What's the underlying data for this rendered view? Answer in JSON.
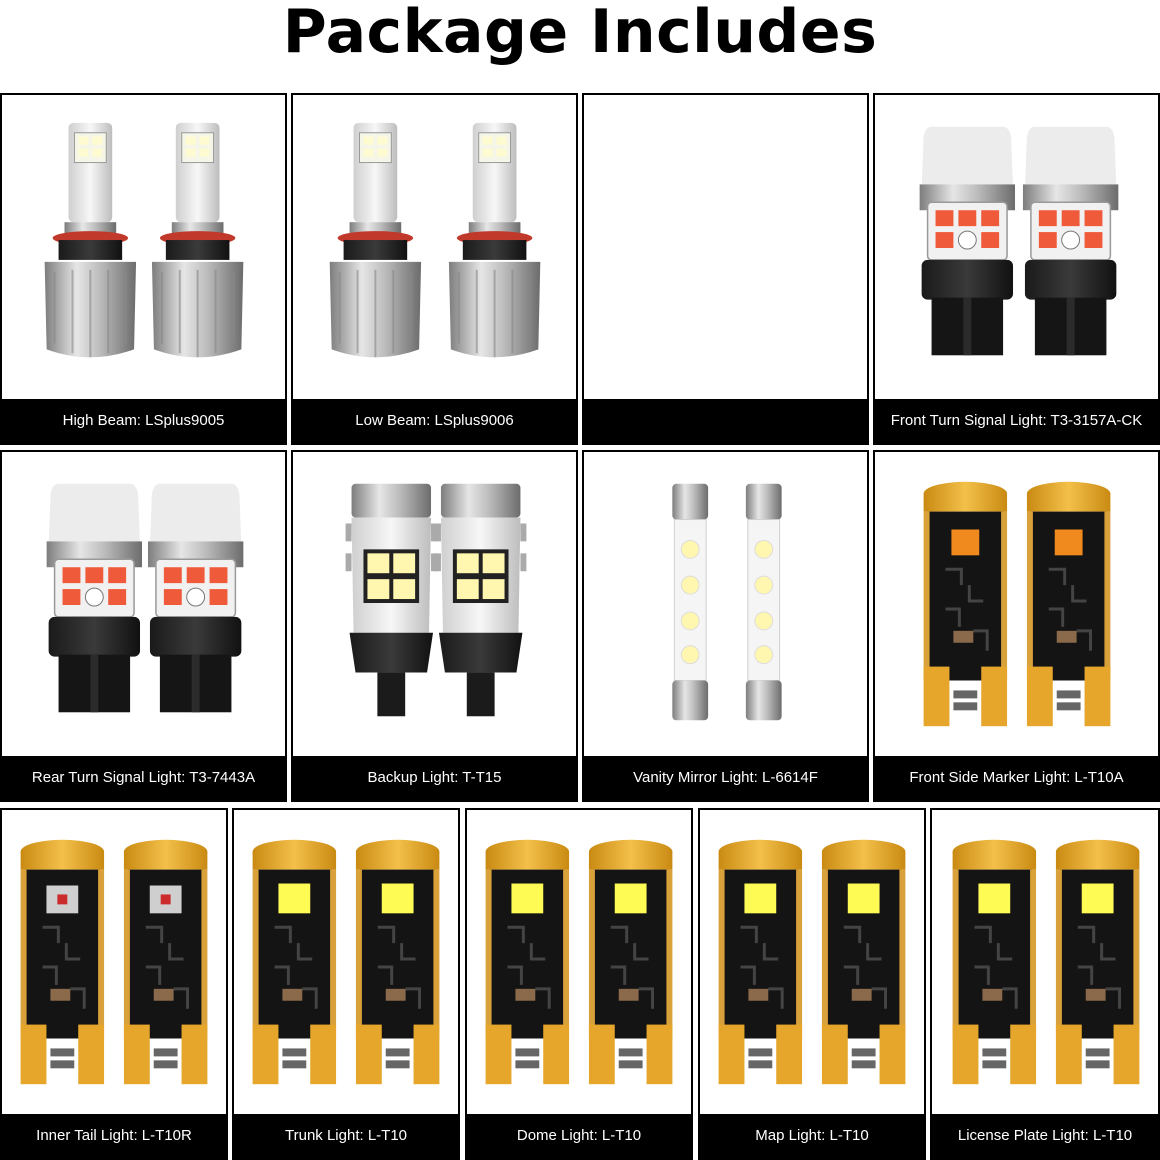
{
  "title": "Package Includes",
  "colors": {
    "caption_bg": "#000000",
    "caption_text": "#ffffff",
    "pcb_gold": "#e8a92a",
    "pcb_black": "#141414",
    "led_red": "#ef5a3a",
    "led_amber": "#f08a1e",
    "led_white": "#fff6b0"
  },
  "row1": [
    {
      "caption": "High Beam: LSplus9005",
      "icon": "headlight-bulb-icon"
    },
    {
      "caption": "Low Beam: LSplus9006",
      "icon": "headlight-bulb-icon"
    },
    {
      "caption": "",
      "icon": ""
    },
    {
      "caption": "Front Turn Signal Light: T3-3157A-CK",
      "icon": "turn-signal-bulb-icon"
    }
  ],
  "row2": [
    {
      "caption": "Rear Turn Signal Light: T3-7443A",
      "icon": "turn-signal-bulb-icon"
    },
    {
      "caption": "Backup Light: T-T15",
      "icon": "backup-bulb-icon"
    },
    {
      "caption": "Vanity Mirror Light: L-6614F",
      "icon": "festoon-bulb-icon"
    },
    {
      "caption": "Front Side Marker Light: L-T10A",
      "icon": "wedge-bulb-amber-icon"
    }
  ],
  "row3": [
    {
      "caption": "Inner Tail Light: L-T10R",
      "icon": "wedge-bulb-red-icon"
    },
    {
      "caption": "Trunk Light: L-T10",
      "icon": "wedge-bulb-white-icon"
    },
    {
      "caption": "Dome Light: L-T10",
      "icon": "wedge-bulb-white-icon"
    },
    {
      "caption": "Map Light: L-T10",
      "icon": "wedge-bulb-white-icon"
    },
    {
      "caption": "License Plate Light: L-T10",
      "icon": "wedge-bulb-white-icon"
    }
  ]
}
